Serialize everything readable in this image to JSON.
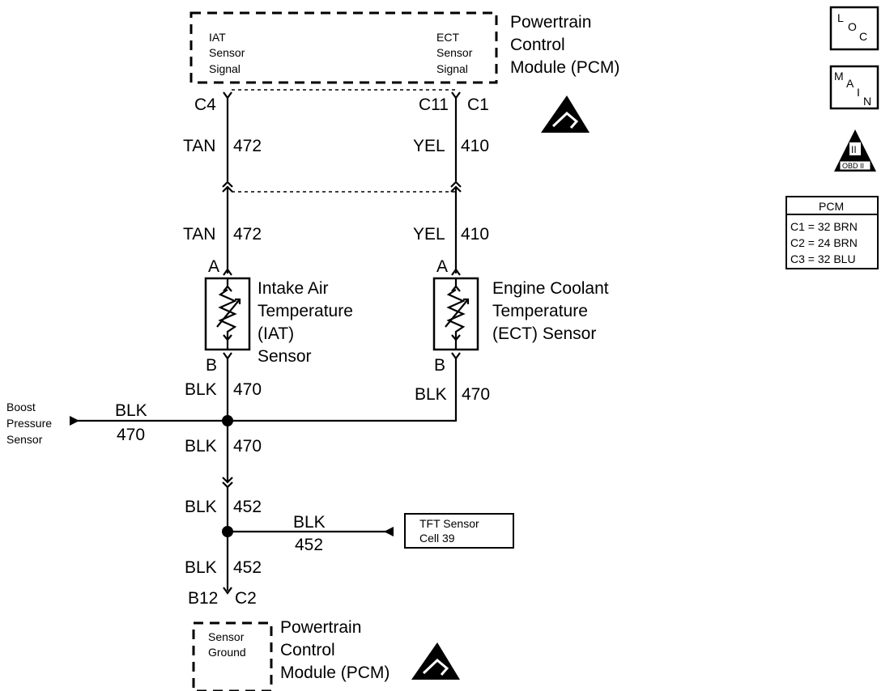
{
  "pcm_top": {
    "name_lines": [
      "Powertrain",
      "Control",
      "Module (PCM)"
    ],
    "iat_signal_lines": [
      "IAT",
      "Sensor",
      "Signal"
    ],
    "ect_signal_lines": [
      "ECT",
      "Sensor",
      "Signal"
    ]
  },
  "connectors": {
    "iat_pin": "C4",
    "ect_pin": "C11",
    "ect_conn": "C1",
    "iat_sensor_a": "A",
    "iat_sensor_b": "B",
    "ect_sensor_a": "A",
    "ect_sensor_b": "B",
    "ground_pin": "B12",
    "ground_conn": "C2"
  },
  "wires": {
    "iat_top": {
      "color": "TAN",
      "circuit": "472"
    },
    "ect_top": {
      "color": "YEL",
      "circuit": "410"
    },
    "iat_mid": {
      "color": "TAN",
      "circuit": "472"
    },
    "ect_mid": {
      "color": "YEL",
      "circuit": "410"
    },
    "iat_bottom": {
      "color": "BLK",
      "circuit": "470"
    },
    "ect_bottom": {
      "color": "BLK",
      "circuit": "470"
    },
    "boost": {
      "color": "BLK",
      "circuit": "470"
    },
    "splice_down": {
      "color": "BLK",
      "circuit": "470"
    },
    "after_conn": {
      "color": "BLK",
      "circuit": "452"
    },
    "tft": {
      "color": "BLK",
      "circuit": "452"
    },
    "to_ground": {
      "color": "BLK",
      "circuit": "452"
    }
  },
  "sensors": {
    "iat_lines": [
      "Intake Air",
      "Temperature",
      "(IAT)",
      "Sensor"
    ],
    "ect_lines": [
      "Engine Coolant",
      "Temperature",
      "(ECT) Sensor"
    ]
  },
  "boost_lines": [
    "Boost",
    "Pressure",
    "Sensor"
  ],
  "tft_lines": [
    "TFT Sensor",
    "Cell 39"
  ],
  "pcm_bottom": {
    "name_lines": [
      "Powertrain",
      "Control",
      "Module (PCM)"
    ],
    "ground_lines": [
      "Sensor",
      "Ground"
    ]
  },
  "legend": {
    "loc": {
      "l": "L",
      "o": "O",
      "c": "C"
    },
    "main": {
      "m": "M",
      "a": "A",
      "i": "I",
      "n": "N"
    },
    "obd": {
      "numeral": "II",
      "label": "OBD II"
    },
    "pcm_table": {
      "title": "PCM",
      "rows": [
        "C1 = 32 BRN",
        "C2 = 24 BRN",
        "C3 = 32 BLU"
      ]
    }
  }
}
